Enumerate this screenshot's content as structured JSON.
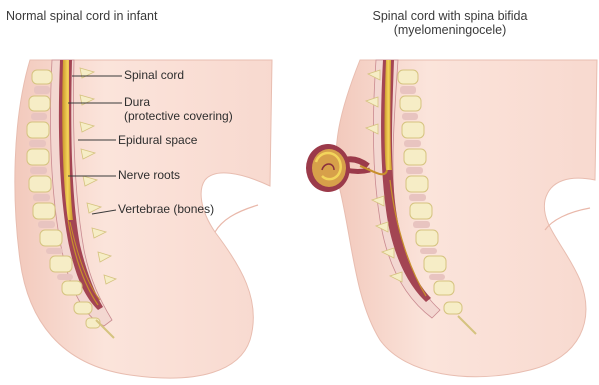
{
  "titles": {
    "left": "Normal spinal cord in infant",
    "right_line1": "Spinal cord with spina bifida",
    "right_line2": "(myelomeningocele)"
  },
  "labels": {
    "spinal_cord": "Spinal cord",
    "dura_line1": "Dura",
    "dura_line2": "(protective covering)",
    "epidural": "Epidural space",
    "nerve_roots": "Nerve roots",
    "vertebrae": "Vertebrae (bones)"
  },
  "colors": {
    "skin": "#f8dcd3",
    "skin_edge": "#ecc4b7",
    "bone": "#f6eeca",
    "bone_edge": "#d8c98e",
    "cord": "#e6c046",
    "membrane": "#9a3a4c",
    "disc": "#e9c7c2"
  }
}
